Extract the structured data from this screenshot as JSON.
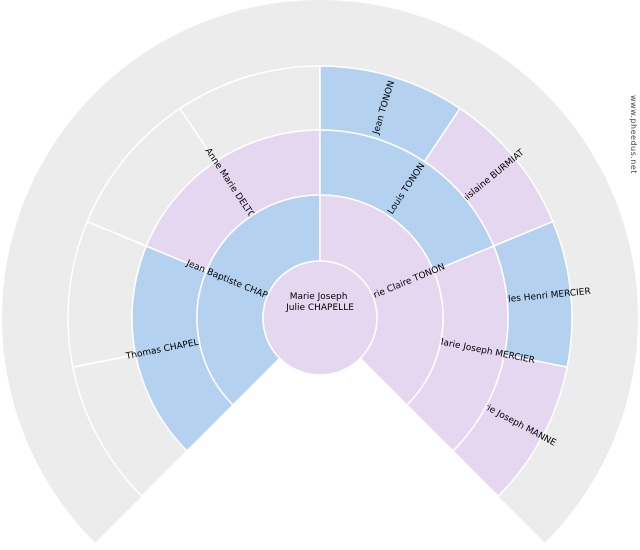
{
  "watermark": "www.pheedus.net",
  "colors": {
    "male": "#b4d2f0",
    "female": "#e6d7f0",
    "empty": "#ececec"
  },
  "root": {
    "line1": "Marie Joseph",
    "line2": "Julie CHAPELLE",
    "sex": "female"
  },
  "ring1": [
    {
      "name": "Jean Baptiste CHAPELLE",
      "sex": "male"
    },
    {
      "name": "Marie Claire TONON",
      "sex": "female"
    }
  ],
  "ring2": [
    {
      "name": "Thomas CHAPELLE",
      "sex": "male"
    },
    {
      "name": "Anne Marie DELTOUR",
      "sex": "female"
    },
    {
      "name": "Louis TONON",
      "sex": "male"
    },
    {
      "name": "Anne Marie Joseph MERCIER",
      "sex": "female"
    }
  ],
  "ring3": [
    {
      "name": "",
      "sex": "empty"
    },
    {
      "name": "",
      "sex": "empty"
    },
    {
      "name": "",
      "sex": "empty"
    },
    {
      "name": "",
      "sex": "empty"
    },
    {
      "name": "Jean TONON",
      "sex": "male"
    },
    {
      "name": "Ghislaine BURMIAT",
      "sex": "female"
    },
    {
      "name": "Charles Henri MERCIER",
      "sex": "male"
    },
    {
      "name": "Marie Joseph MANNE",
      "sex": "female"
    }
  ]
}
